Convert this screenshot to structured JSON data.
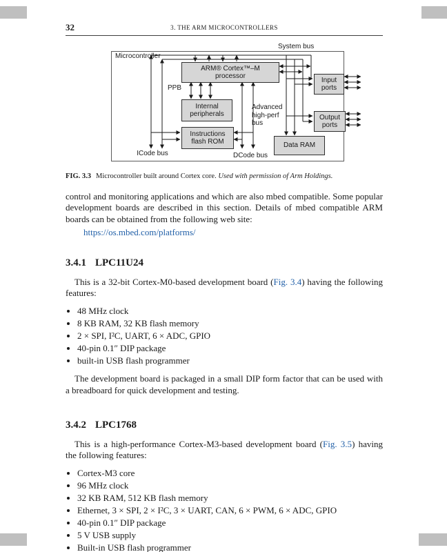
{
  "page": {
    "number": "32",
    "running_head": "3. THE ARM MICROCONTROLLERS"
  },
  "figure": {
    "caption_label": "FIG. 3.3",
    "caption_text": "Microcontroller built around Cortex core.",
    "caption_credit": "Used with permission of Arm Holdings.",
    "labels": {
      "microcontroller": "Microcontroller",
      "system_bus": "System bus",
      "processor_line1": "ARM® Cortex™–M",
      "processor_line2": "processor",
      "ppb": "PPB",
      "internal_peripherals": "Internal peripherals",
      "flash_rom_line1": "Instructions",
      "flash_rom_line2": "flash ROM",
      "advanced_bus": "Advanced high-perf bus",
      "input_ports": "Input ports",
      "output_ports": "Output ports",
      "data_ram": "Data RAM",
      "icode_bus": "ICode bus",
      "dcode_bus": "DCode bus"
    }
  },
  "intro": {
    "paragraph": "control and monitoring applications and which are also mbed compatible. Some popular development boards are described in this section. Details of mbed compatible ARM boards can be obtained from the following web site:",
    "link": "https://os.mbed.com/platforms/"
  },
  "sections": [
    {
      "number": "3.4.1",
      "title": "LPC11U24",
      "intro_pre": "This is a 32-bit Cortex-M0-based development board (",
      "intro_link": "Fig. 3.4",
      "intro_post": ") having the following features:",
      "bullets": [
        "48 MHz clock",
        "8 KB RAM, 32 KB flash memory",
        "2 × SPI, I²C, UART, 6 × ADC, GPIO",
        "40-pin 0.1″ DIP package",
        "built-in USB flash programmer"
      ],
      "closing": "The development board is packaged in a small DIP form factor that can be used with a breadboard for quick development and testing."
    },
    {
      "number": "3.4.2",
      "title": "LPC1768",
      "intro_pre": "This is a high-performance Cortex-M3-based development board (",
      "intro_link": "Fig. 3.5",
      "intro_post": ") having the following features:",
      "bullets": [
        "Cortex-M3 core",
        "96 MHz clock",
        "32 KB RAM, 512 KB flash memory",
        "Ethernet, 3 × SPI, 2 × I²C, 3 × UART, CAN, 6 × PWM, 6 × ADC, GPIO",
        "40-pin 0.1″ DIP package",
        "5 V USB supply",
        "Built-in USB flash programmer"
      ]
    }
  ],
  "colors": {
    "link_blue": "#2260a8",
    "diagram_box_fill": "#d6d6d6",
    "scan_edge_gray": "#bfbfbf"
  }
}
